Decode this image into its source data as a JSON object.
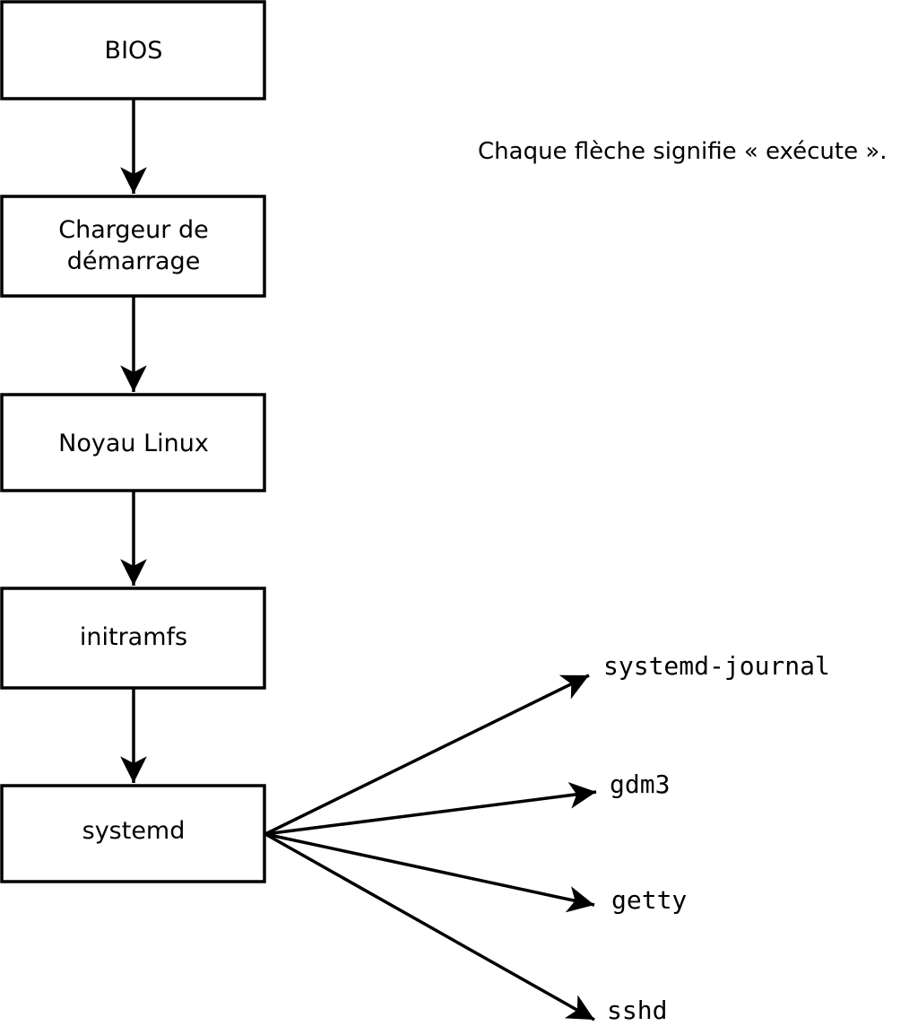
{
  "diagram": {
    "caption": "Chaque flèche signifie « exécute ».",
    "flow_boxes": [
      {
        "id": "bios",
        "label": "BIOS"
      },
      {
        "id": "chargeur-de-demarrage",
        "label": "Chargeur de démarrage",
        "line1": "Chargeur de",
        "line2": "démarrage"
      },
      {
        "id": "noyau-linux",
        "label": "Noyau Linux"
      },
      {
        "id": "initramfs",
        "label": "initramfs"
      },
      {
        "id": "systemd",
        "label": "systemd"
      }
    ],
    "spawned_processes": [
      {
        "label": "systemd-journal"
      },
      {
        "label": "gdm3"
      },
      {
        "label": "getty"
      },
      {
        "label": "sshd"
      }
    ],
    "colors": {
      "stroke": "#000000",
      "box_fill": "#ffffff",
      "background": "#ffffff"
    }
  }
}
